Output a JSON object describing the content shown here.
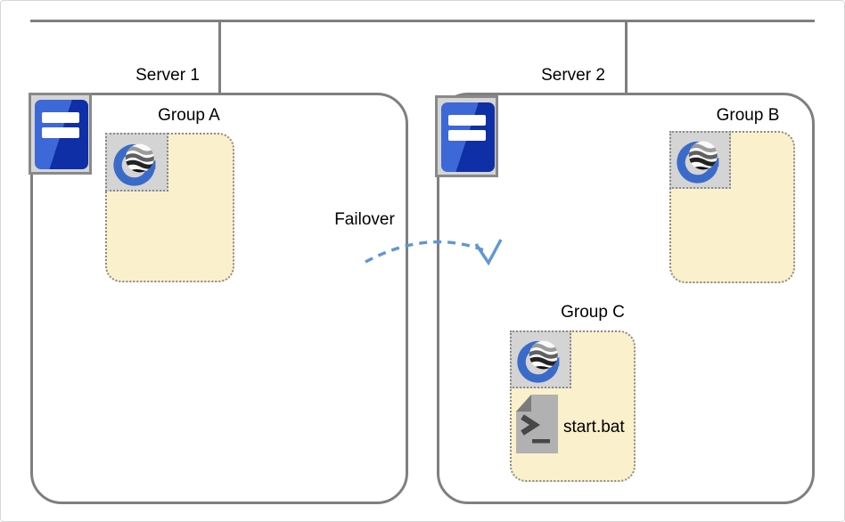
{
  "servers": [
    {
      "label": "Server 1"
    },
    {
      "label": "Server 2"
    }
  ],
  "groups": [
    {
      "label": "Group A",
      "server": "Server 1"
    },
    {
      "label": "Group B",
      "server": "Server 2"
    },
    {
      "label": "Group C",
      "server": "Server 2",
      "file_label": "start.bat"
    }
  ],
  "failover": {
    "label": "Failover"
  },
  "icons": {
    "server": "server-tower-icon",
    "group_app": "g-logo-icon",
    "batch_file": "batch-file-icon",
    "failover_arrow": "failover-arrow-icon"
  },
  "colors": {
    "line_gray": "#7f7f7f",
    "zone_fill": "#fbf0cc",
    "dotted_border": "#8a8a8a",
    "icon_tile_gray": "#d4d4d4",
    "logo_blue": "#3a6bc8",
    "tower_blue_light": "#3d68d8",
    "tower_blue_dark": "#0e2fa6",
    "arrow_blue": "#5f97d4"
  }
}
